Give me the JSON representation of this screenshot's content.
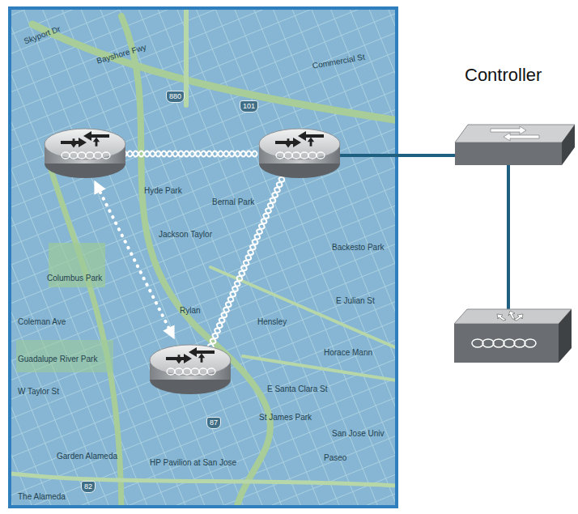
{
  "diagram": {
    "nodes": [
      {
        "text": [
          "Controller"
        ]
      }
    ],
    "labels": [
      "Skyport Dr",
      "Bayshore Fwy",
      "880",
      "101",
      "Commercial St",
      "Hyde Park",
      "Bernal Park",
      "Jackson Taylor",
      "Backesto Park",
      "Columbus Park",
      "Coleman Ave",
      "Rylan",
      "Hensley",
      "E Julian St",
      "Horace Mann",
      "Guadalupe River Park",
      "W Taylor St",
      "E Santa Clara St",
      "St James Park",
      "87",
      "San Jose Univ",
      "Garden Alameda",
      "HP Pavilion at San Jose",
      "Paseo",
      "82",
      "The Alameda"
    ]
  }
}
